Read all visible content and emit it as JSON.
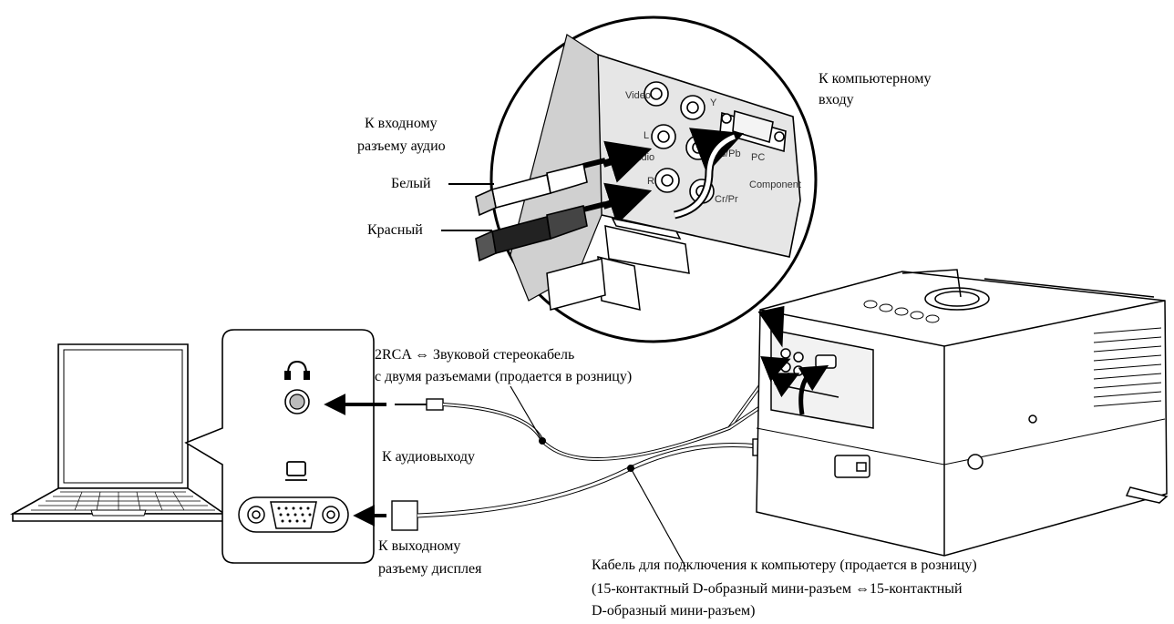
{
  "labels": {
    "computer_input_line1": "К компьютерному",
    "computer_input_line2": "входу",
    "audio_input_line1": "К входному",
    "audio_input_line2": "разъему аудио",
    "white": "Белый",
    "red": "Красный",
    "rca_cable_line1": "2RCA ⇔ Звуковой стереокабель",
    "rca_cable_line2": "с двумя разъемами (продается в розницу)",
    "audio_output": "К аудиовыходу",
    "display_output_line1": "К выходному",
    "display_output_line2": "разъему дисплея",
    "pc_cable_line1": "Кабель для подключения к компьютеру (продается в розницу)",
    "pc_cable_line2": "(15-контактный D-образный мини-разъем ⇔15-контактный",
    "pc_cable_line3": "D-образный мини-разъем)"
  },
  "port_labels": {
    "video": "Video",
    "y": "Y",
    "cb_pb": "Cb/Pb",
    "cr_pr": "Cr/Pr",
    "l": "L",
    "audio": "Audio",
    "r": "R",
    "pc": "PC",
    "component": "Component"
  },
  "icons": [
    "headphone-icon",
    "monitor-icon",
    "laptop-icon",
    "projector-icon"
  ],
  "colors": {
    "line": "#000000",
    "cable_gray": "#9a9a9a",
    "panel": "#e6e6e6"
  }
}
